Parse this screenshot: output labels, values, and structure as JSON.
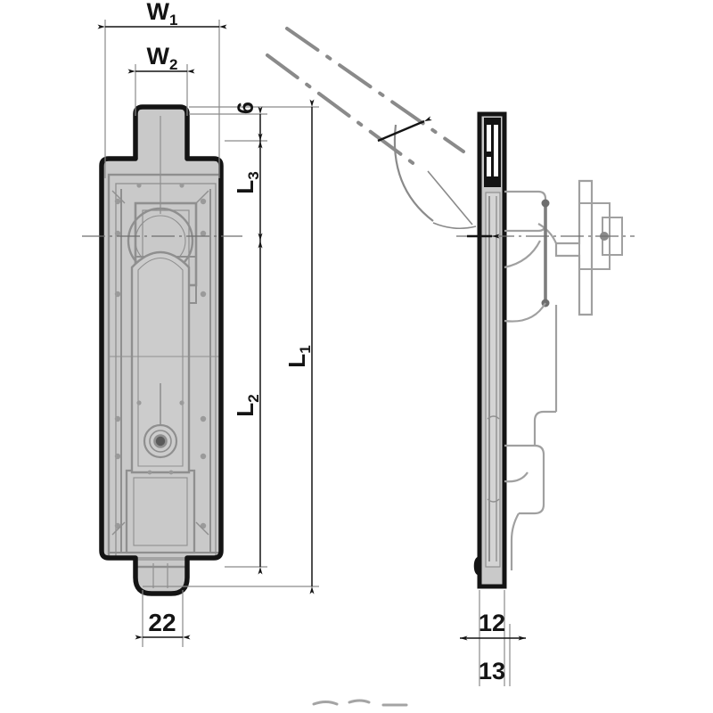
{
  "drawing": {
    "type": "mechanical-engineering-drawing",
    "subject": "flush pull handle lock plate",
    "views": [
      {
        "name": "front-view",
        "position": "left"
      },
      {
        "name": "side-view",
        "position": "right"
      }
    ],
    "background_color": "#ffffff",
    "line_color": "#141414",
    "thin_line_color": "#8a8a8a",
    "fill_color": "#c9c9c9",
    "mechanism_color": "#a8a8a8"
  },
  "dimensions": {
    "width_overall": {
      "label": "W",
      "subscript": "1",
      "orientation": "horizontal",
      "view": "front"
    },
    "width_neck": {
      "label": "W",
      "subscript": "2",
      "orientation": "horizontal",
      "view": "front"
    },
    "length_overall": {
      "label": "L",
      "subscript": "1",
      "orientation": "vertical",
      "view": "front"
    },
    "length_body": {
      "label": "L",
      "subscript": "2",
      "orientation": "vertical",
      "view": "front"
    },
    "length_top": {
      "label": "L",
      "subscript": "3",
      "orientation": "vertical",
      "view": "front"
    },
    "offset_top": {
      "label": "6",
      "orientation": "vertical",
      "view": "front"
    },
    "tab_width": {
      "label": "22",
      "orientation": "horizontal",
      "view": "front"
    },
    "plate_depth": {
      "label": "12",
      "orientation": "horizontal",
      "view": "side"
    },
    "total_depth": {
      "label": "13",
      "orientation": "horizontal",
      "view": "side"
    }
  }
}
